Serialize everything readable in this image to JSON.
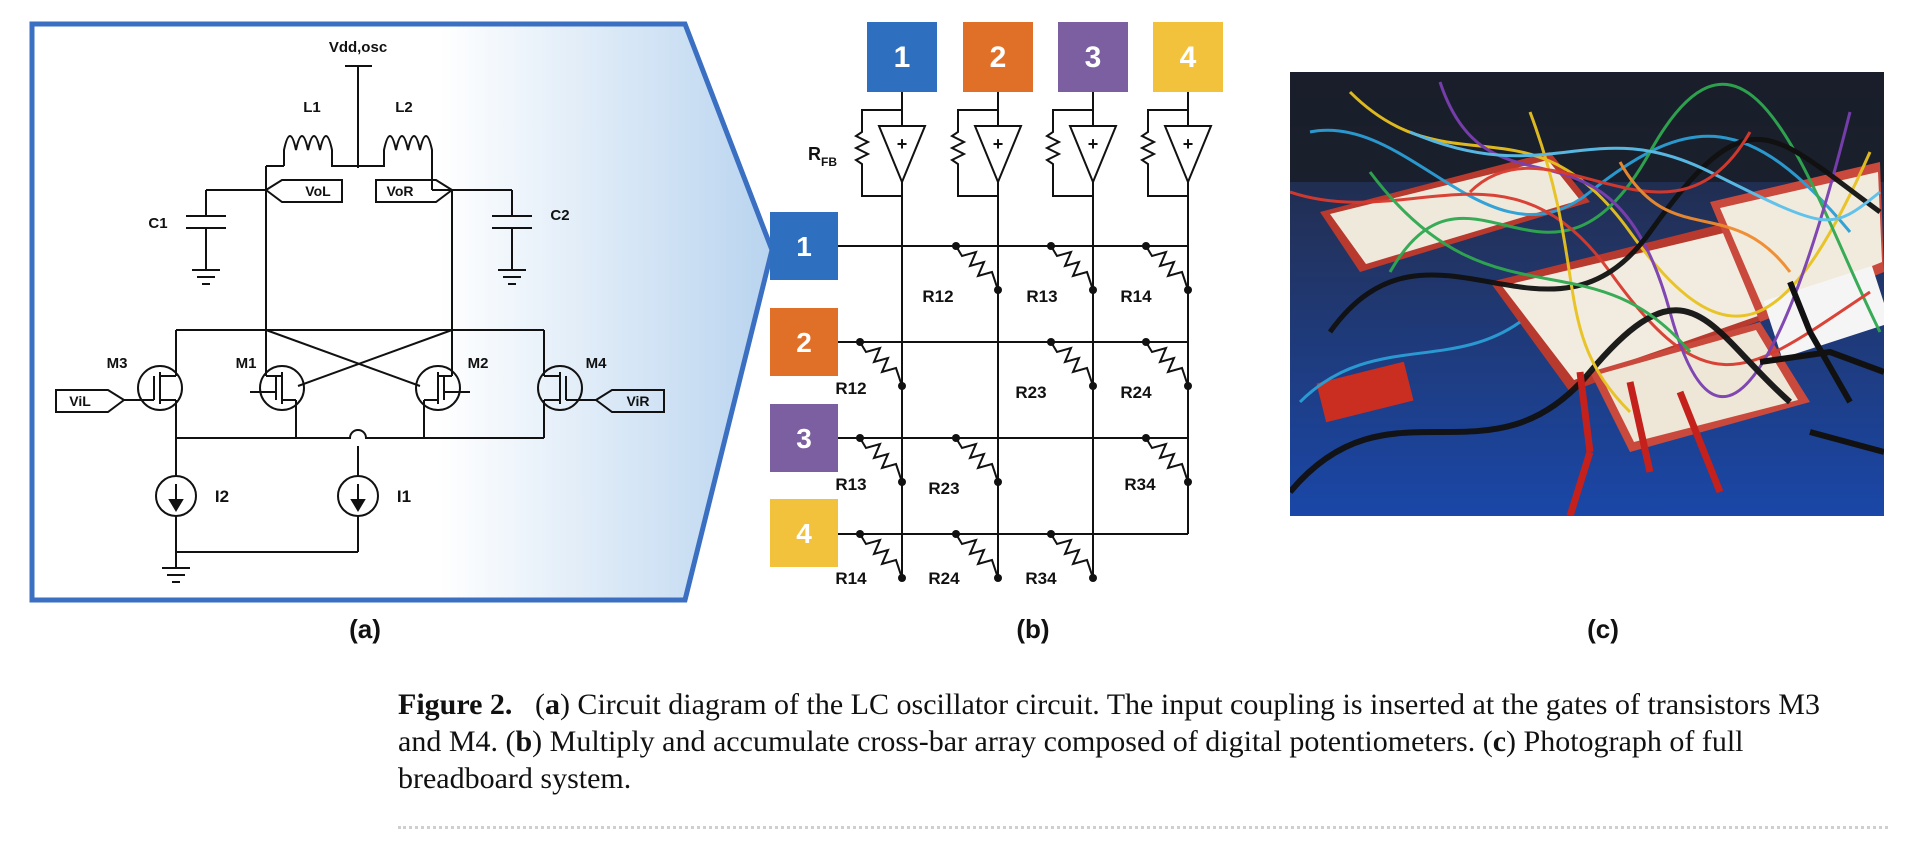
{
  "panel_a": {
    "vdd_label": "Vdd,osc",
    "inductors": [
      "L1",
      "L2"
    ],
    "capacitors": [
      "C1",
      "C2"
    ],
    "transistors": [
      "M3",
      "M1",
      "M2",
      "M4"
    ],
    "ports": [
      "VoL",
      "VoR",
      "ViL",
      "ViR"
    ],
    "sources": [
      "I2",
      "I1"
    ],
    "sub_label": "(a)",
    "colors": {
      "outline": "#3a6fc2",
      "fill_gradient_end": "#b9d4ef"
    }
  },
  "panel_b": {
    "rfb_main": "R",
    "rfb_sub": "FB",
    "top_nodes": [
      "1",
      "2",
      "3",
      "4"
    ],
    "side_nodes": [
      "1",
      "2",
      "3",
      "4"
    ],
    "node_colors": [
      "#2f6fc0",
      "#e07027",
      "#7b5fa0",
      "#f2c23c"
    ],
    "resistors_row1": [
      "R12",
      "R13",
      "R14"
    ],
    "resistors_row2": [
      "R12",
      "R23",
      "R24"
    ],
    "resistors_row3": [
      "R13",
      "R23",
      "R34"
    ],
    "resistors_row4": [
      "R14",
      "R24",
      "R34"
    ],
    "sub_label": "(b)"
  },
  "panel_c": {
    "sub_label": "(c)"
  },
  "caption": {
    "figure": "Figure 2.",
    "a_tag": "a",
    "a_text": ") Circuit diagram of the LC oscillator circuit. The input coupling is inserted at the gates of transistors M3 and M4. (",
    "b_tag": "b",
    "b_text": ") Multiply and accumulate cross-bar array composed of digital potentiometers. (",
    "c_tag": "c",
    "c_text": ") Photograph of full breadboard system."
  }
}
